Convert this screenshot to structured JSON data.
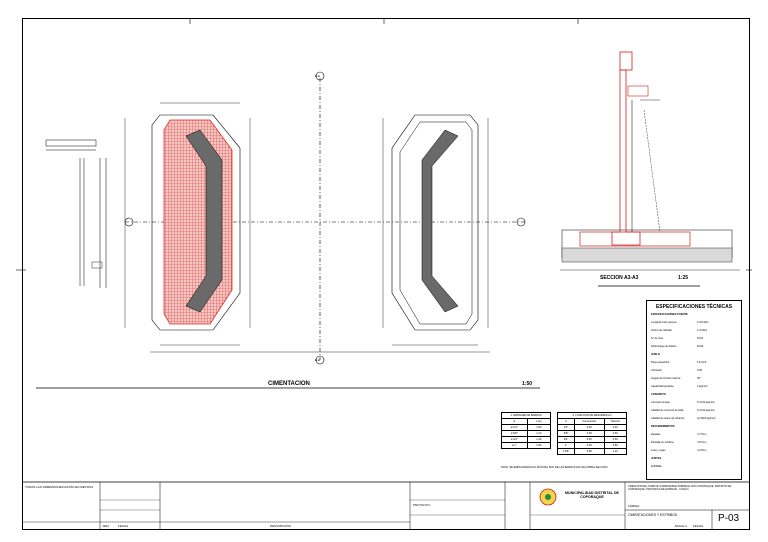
{
  "drawing": {
    "plan_title": "CIMENTACION",
    "plan_scale": "1:50",
    "section_title": "SECCION A3-A3",
    "section_scale": "1:25",
    "axis_label": "E-E",
    "sheet_number": "P-03",
    "municipality": "MUNICIPALIDAD DISTRITAL DE COPORAQUE",
    "sheet_name": "CIMENTACIONES Y ESTRIBOS"
  },
  "specs": {
    "title": "ESPECIFICACIONES TÉCNICAS",
    "rows": [
      {
        "label": "ESPECIFICACIONES PUENTE",
        "value": ""
      },
      {
        "label": "Longitud entre apoyos",
        "value": "L=15.00m"
      },
      {
        "label": "Ancho de calzada",
        "value": "L=3.60m"
      },
      {
        "label": "N° de vías",
        "value": "N=01"
      },
      {
        "label": "Sobrecarga de diseño",
        "value": "HL93"
      },
      {
        "label": "SUELO",
        "value": ""
      },
      {
        "label": "Peso específico",
        "value": "1.8 t/m3"
      },
      {
        "label": "Cohesión",
        "value": "0.00"
      },
      {
        "label": "Ángulo de fricción interna",
        "value": "30°"
      },
      {
        "label": "Capacidad portante",
        "value": "2 kg/cm2"
      },
      {
        "label": "CONCRETO",
        "value": ""
      },
      {
        "label": "Concreto simple",
        "value": "f'c=100 kg/cm2"
      },
      {
        "label": "Calidad de concreto armado",
        "value": "f'c=210 kg/cm2"
      },
      {
        "label": "Calidad de acero de refuerzo",
        "value": "fy=4200 kg/cm2"
      },
      {
        "label": "RECUBRIMIENTOS",
        "value": ""
      },
      {
        "label": "Zapatas",
        "value": "r=7.5cm"
      },
      {
        "label": "Pantalla en estribos",
        "value": "r=5.0cm"
      },
      {
        "label": "Losa y vigas",
        "value": "r=2.5cm"
      },
      {
        "label": "JUNTAS",
        "value": ""
      },
      {
        "label": "e=2.5cm",
        "value": ""
      }
    ]
  },
  "tables": {
    "left": {
      "title": "1. EMPALME DE BARRAS",
      "headers": [
        "ø",
        "L (m)"
      ],
      "rows": [
        [
          "ø 1/2\"",
          "1.00"
        ],
        [
          "ø 5/8\"",
          "1.20"
        ],
        [
          "ø 3/4\"",
          "1.40"
        ],
        [
          "ø 1\"",
          "1.80"
        ]
      ]
    },
    "right": {
      "title": "2. LONGITUD DE DESARROLLO",
      "headers": [
        "ø",
        "Compresión",
        "Tracción"
      ],
      "rows": [
        [
          "1/2\"",
          "0.30",
          "0.40"
        ],
        [
          "5/8\"",
          "0.35",
          "0.50"
        ],
        [
          "3/4\"",
          "0.45",
          "0.60"
        ],
        [
          "1\"",
          "0.60",
          "0.80"
        ],
        [
          "1 3/8\"",
          "0.80",
          "1.10"
        ]
      ]
    },
    "note": "NOTA: SE EMPALMARÁN NO MÁS DEL 50% DE LAS BARRAS EN UNA MISMA SECCIÓN"
  },
  "title_block": {
    "left_notes": "TODAS LAS DIMENSIONES ESTÁN EN METROS",
    "revision_headers": [
      "REV.",
      "FECHA",
      "DESCRIPCIÓN"
    ],
    "project_label": "PROYECTO:",
    "project_text": "CREACIÓN DEL PUENTE CARROZABLE SOBRE EL RÍO COPORAQUE, DISTRITO DE COPORAQUE, PROVINCIA DE ESPINAR - CUSCO",
    "sheet_label": "LÁMINA:",
    "scale_label": "ESCALA",
    "date_label": "FECHA"
  },
  "colors": {
    "rebar": "#e0302a",
    "section_red": "#d41e1e",
    "concrete": "#6a6a6a",
    "line": "#000000"
  }
}
